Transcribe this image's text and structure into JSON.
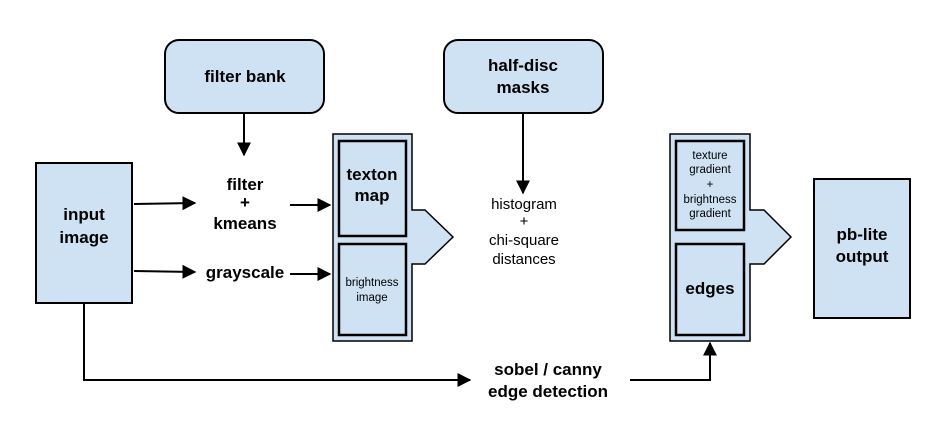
{
  "nodes": {
    "filter_bank": "filter bank",
    "half_disc": [
      "half-disc",
      "masks"
    ],
    "input_image": [
      "input",
      "image"
    ],
    "filter_kmeans": [
      "filter",
      "+",
      "kmeans"
    ],
    "grayscale": "grayscale",
    "texton_map": [
      "texton",
      "map"
    ],
    "brightness_image": [
      "brightness",
      "image"
    ],
    "histogram": [
      "histogram",
      "+",
      "chi-square",
      "distances"
    ],
    "gradients": [
      "texture",
      "gradient",
      "+",
      "brightness",
      "gradient"
    ],
    "edges": "edges",
    "sobel_canny": [
      "sobel / canny",
      "edge detection"
    ],
    "pb_lite": [
      "pb-lite",
      "output"
    ]
  }
}
